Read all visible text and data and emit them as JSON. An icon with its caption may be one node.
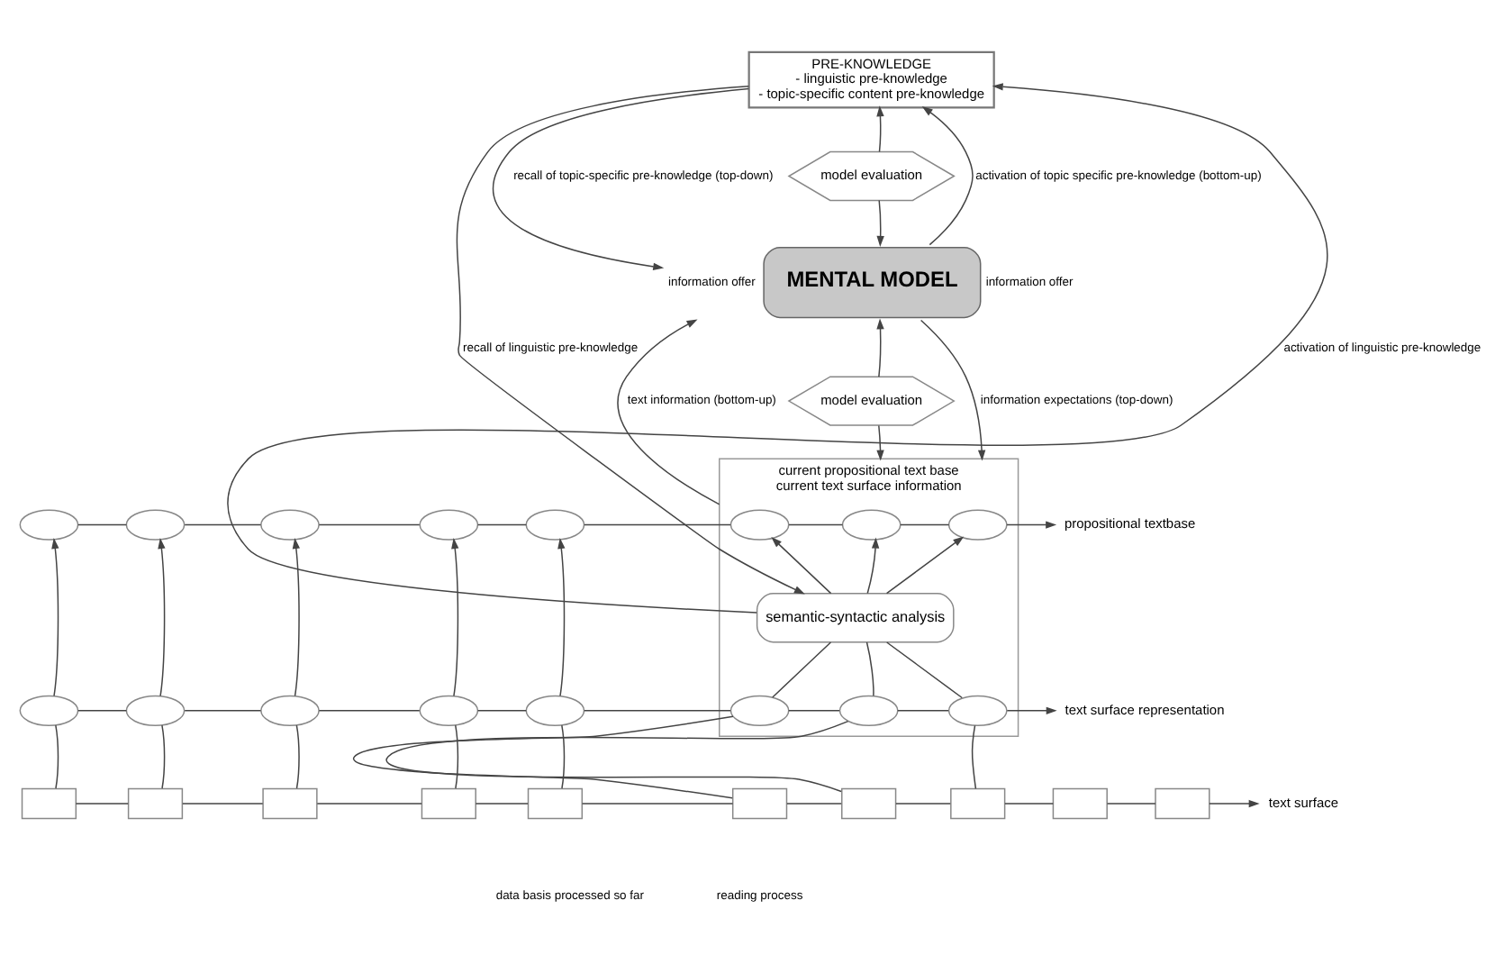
{
  "diagram": {
    "nodes": [
      {
        "text": [
          "PRE-KNOWLEDGE",
          "- linguistic pre-knowledge",
          "- topic-specific content pre-knowledge"
        ]
      },
      {
        "text": [
          "model evaluation"
        ]
      },
      {
        "text": [
          "MENTAL MODEL"
        ],
        "beside": [
          "information offer",
          "information offer"
        ]
      },
      {
        "text": [
          "model evaluation"
        ]
      },
      {
        "text": [
          "current propositional text base",
          "current text surface information"
        ]
      },
      {
        "text": [],
        "shape": "ellipse"
      },
      {
        "text": [],
        "shape": "ellipse"
      },
      {
        "text": [],
        "shape": "ellipse"
      },
      {
        "text": [],
        "shape": "ellipse"
      },
      {
        "text": [],
        "shape": "ellipse"
      },
      {
        "text": [],
        "shape": "ellipse",
        "in": 4
      },
      {
        "text": [],
        "shape": "ellipse",
        "in": 4
      },
      {
        "text": [],
        "shape": "ellipse",
        "in": 4
      },
      {
        "text": [
          "semantic-syntactic analysis"
        ],
        "in": 4
      },
      {
        "text": [
          "propositional textbase"
        ]
      },
      {
        "text": [],
        "shape": "ellipse"
      },
      {
        "text": [],
        "shape": "ellipse"
      },
      {
        "text": [],
        "shape": "ellipse"
      },
      {
        "text": [],
        "shape": "ellipse"
      },
      {
        "text": [],
        "shape": "ellipse"
      },
      {
        "text": [],
        "shape": "ellipse",
        "in": 4
      },
      {
        "text": [],
        "shape": "ellipse",
        "in": 4
      },
      {
        "text": [],
        "shape": "ellipse",
        "in": 4
      },
      {
        "text": [
          "text surface representation"
        ]
      },
      {
        "text": [],
        "shape": "box"
      },
      {
        "text": [],
        "shape": "box"
      },
      {
        "text": [],
        "shape": "box"
      },
      {
        "text": [],
        "shape": "box"
      },
      {
        "text": [],
        "shape": "box"
      },
      {
        "text": [],
        "shape": "box"
      },
      {
        "text": [],
        "shape": "box"
      },
      {
        "text": [],
        "shape": "box"
      },
      {
        "text": [],
        "shape": "box"
      },
      {
        "text": [],
        "shape": "box"
      },
      {
        "text": [
          "text surface"
        ]
      }
    ],
    "edges": [
      {
        "from": 1,
        "to": 0,
        "arrow": "to"
      },
      {
        "from": 1,
        "to": 2,
        "arrow": "to"
      },
      {
        "from": 3,
        "to": 2,
        "arrow": "to"
      },
      {
        "from": 3,
        "to": 4,
        "arrow": "to"
      },
      {
        "from": 0,
        "to": 2,
        "arrow": "to",
        "label": "recall of topic-specific pre-knowledge (top-down)"
      },
      {
        "from": 2,
        "to": 0,
        "arrow": "to",
        "label": "activation of topic specific pre-knowledge (bottom-up)"
      },
      {
        "from": 4,
        "to": 2,
        "arrow": "to",
        "label": "text information (bottom-up)"
      },
      {
        "from": 2,
        "to": 4,
        "arrow": "to",
        "label": "information expectations (top-down)"
      },
      {
        "from": 0,
        "to": 13,
        "arrow": "to",
        "label": "recall of linguistic pre-knowledge"
      },
      {
        "from": 13,
        "to": 0,
        "arrow": "to",
        "label": "activation of linguistic pre-knowledge"
      },
      {
        "from": 5,
        "to": 6,
        "arrow": "none"
      },
      {
        "from": 6,
        "to": 7,
        "arrow": "none"
      },
      {
        "from": 7,
        "to": 8,
        "arrow": "none"
      },
      {
        "from": 8,
        "to": 9,
        "arrow": "none"
      },
      {
        "from": 9,
        "to": 10,
        "arrow": "none"
      },
      {
        "from": 10,
        "to": 11,
        "arrow": "none"
      },
      {
        "from": 11,
        "to": 12,
        "arrow": "none"
      },
      {
        "from": 12,
        "to": 14,
        "arrow": "to"
      },
      {
        "from": 15,
        "to": 16,
        "arrow": "none"
      },
      {
        "from": 16,
        "to": 17,
        "arrow": "none"
      },
      {
        "from": 17,
        "to": 18,
        "arrow": "none"
      },
      {
        "from": 18,
        "to": 19,
        "arrow": "none"
      },
      {
        "from": 19,
        "to": 20,
        "arrow": "none"
      },
      {
        "from": 20,
        "to": 21,
        "arrow": "none"
      },
      {
        "from": 21,
        "to": 22,
        "arrow": "none"
      },
      {
        "from": 22,
        "to": 23,
        "arrow": "to"
      },
      {
        "from": 24,
        "to": 25,
        "arrow": "none"
      },
      {
        "from": 25,
        "to": 26,
        "arrow": "none"
      },
      {
        "from": 26,
        "to": 27,
        "arrow": "none"
      },
      {
        "from": 27,
        "to": 28,
        "arrow": "none"
      },
      {
        "from": 28,
        "to": 29,
        "arrow": "none"
      },
      {
        "from": 29,
        "to": 30,
        "arrow": "none"
      },
      {
        "from": 30,
        "to": 31,
        "arrow": "none"
      },
      {
        "from": 31,
        "to": 32,
        "arrow": "none"
      },
      {
        "from": 32,
        "to": 33,
        "arrow": "none"
      },
      {
        "from": 33,
        "to": 34,
        "arrow": "to"
      },
      {
        "from": 15,
        "to": 5,
        "arrow": "to"
      },
      {
        "from": 16,
        "to": 6,
        "arrow": "to"
      },
      {
        "from": 17,
        "to": 7,
        "arrow": "to"
      },
      {
        "from": 18,
        "to": 8,
        "arrow": "to"
      },
      {
        "from": 19,
        "to": 9,
        "arrow": "to"
      },
      {
        "from": 13,
        "to": 10,
        "arrow": "to"
      },
      {
        "from": 13,
        "to": 11,
        "arrow": "to"
      },
      {
        "from": 13,
        "to": 12,
        "arrow": "to"
      },
      {
        "from": 20,
        "to": 13,
        "arrow": "none"
      },
      {
        "from": 21,
        "to": 13,
        "arrow": "none"
      },
      {
        "from": 22,
        "to": 13,
        "arrow": "none"
      },
      {
        "from": 24,
        "to": 15,
        "arrow": "none"
      },
      {
        "from": 25,
        "to": 16,
        "arrow": "none"
      },
      {
        "from": 26,
        "to": 17,
        "arrow": "none"
      },
      {
        "from": 27,
        "to": 18,
        "arrow": "none"
      },
      {
        "from": 28,
        "to": 19,
        "arrow": "none"
      },
      {
        "from": 29,
        "to": 20,
        "arrow": "none"
      },
      {
        "from": 30,
        "to": 21,
        "arrow": "none"
      },
      {
        "from": 31,
        "to": 22,
        "arrow": "none"
      }
    ],
    "labels": [
      "reading process",
      "data basis processed so far"
    ]
  }
}
